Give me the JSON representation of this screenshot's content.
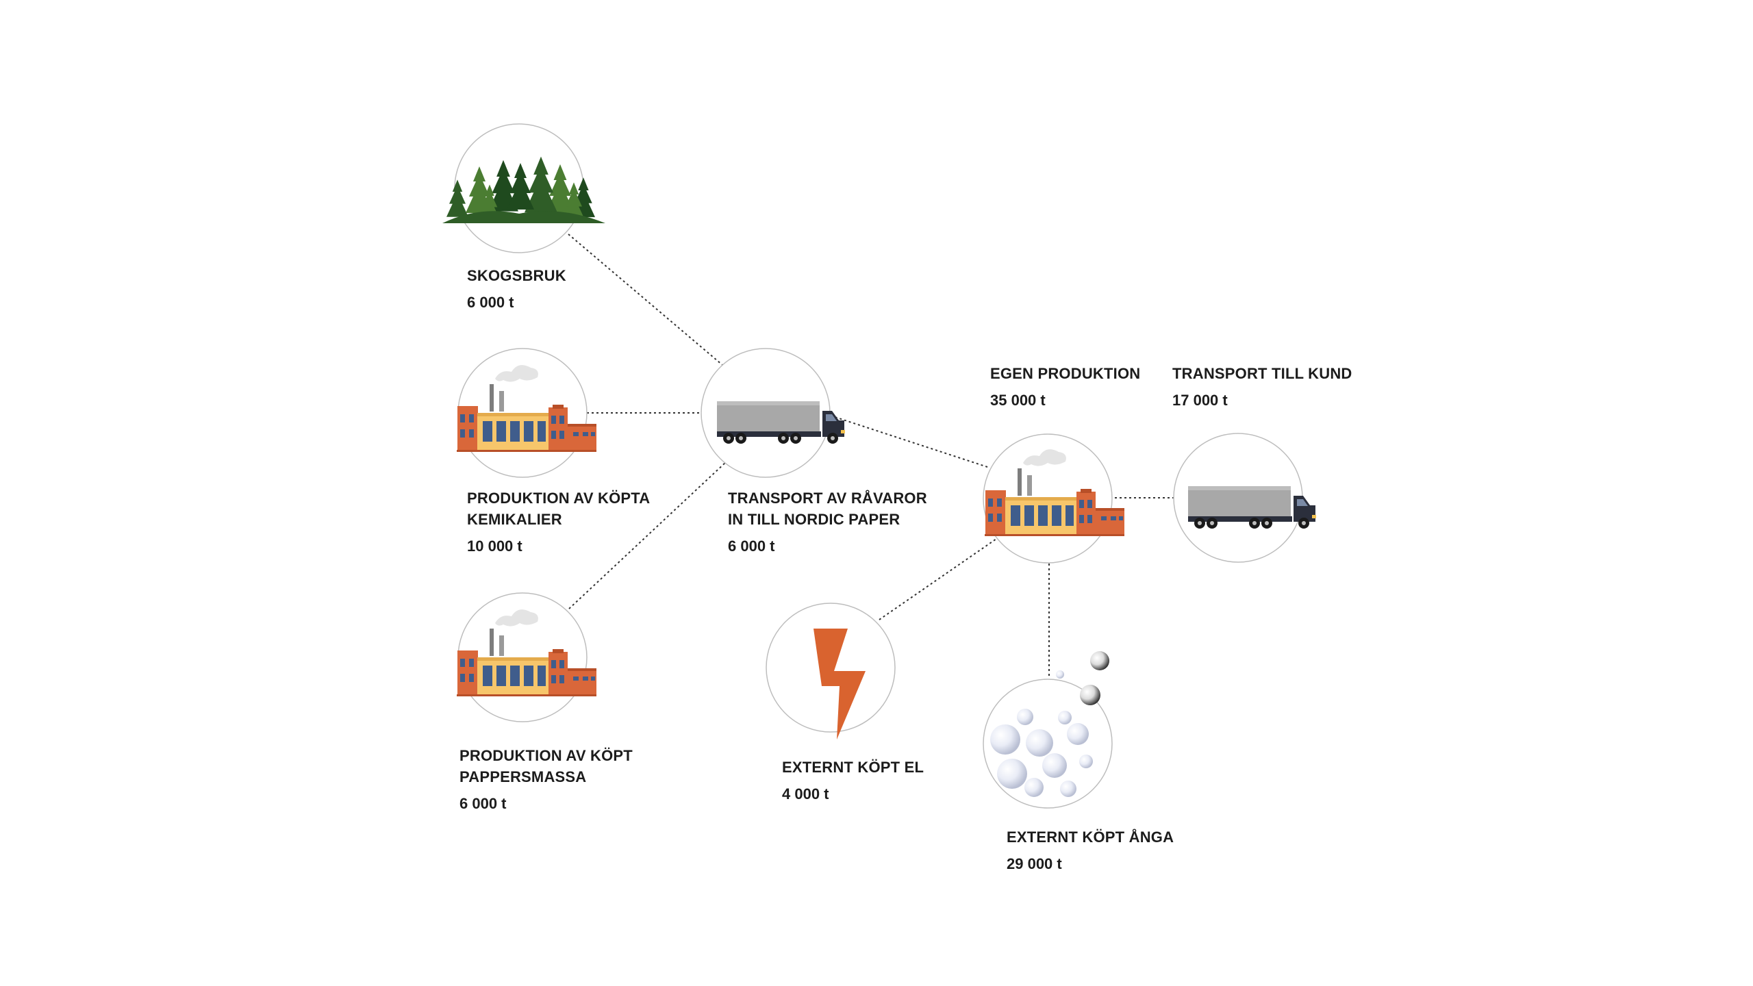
{
  "nodes": [
    {
      "id": "skogsbruk",
      "icon": "forest-icon",
      "title_lines": [
        "SKOGSBRUK"
      ],
      "value": "6 000 t"
    },
    {
      "id": "kemikalier",
      "icon": "factory-icon",
      "title_lines": [
        "PRODUKTION AV KÖPTA",
        "KEMIKALIER"
      ],
      "value": "10 000 t"
    },
    {
      "id": "pappersmassa",
      "icon": "factory-icon",
      "title_lines": [
        "PRODUKTION AV KÖPT",
        "PAPPERSMASSA"
      ],
      "value": "6 000 t"
    },
    {
      "id": "transport-ravaror",
      "icon": "truck-icon",
      "title_lines": [
        "TRANSPORT AV RÅVAROR",
        "IN TILL NORDIC PAPER"
      ],
      "value": "6 000 t"
    },
    {
      "id": "egen-produktion",
      "icon": "factory-icon",
      "title_lines": [
        "EGEN PRODUKTION"
      ],
      "value": "35 000 t"
    },
    {
      "id": "transport-kund",
      "icon": "truck-icon",
      "title_lines": [
        "TRANSPORT TILL KUND"
      ],
      "value": "17 000 t"
    },
    {
      "id": "el",
      "icon": "lightning-icon",
      "title_lines": [
        "EXTERNT KÖPT EL"
      ],
      "value": "4 000 t"
    },
    {
      "id": "anga",
      "icon": "steam-bubbles-icon",
      "title_lines": [
        "EXTERNT KÖPT ÅNGA"
      ],
      "value": "29 000 t"
    }
  ],
  "colors": {
    "line": "#333333",
    "circle": "#bdbdbd",
    "brick": "#d9673a",
    "brick_dark": "#b84f28",
    "facade": "#f7c66b",
    "window": "#3f5d8c",
    "chimney": "#8a8a8a",
    "tree_dark": "#1f4a1e",
    "tree_light": "#4b7d32",
    "truck_cargo": "#a8a8a8",
    "truck_cab": "#2b2f3c",
    "lightning": "#d9632f",
    "bubble": "#e6e9f4"
  }
}
